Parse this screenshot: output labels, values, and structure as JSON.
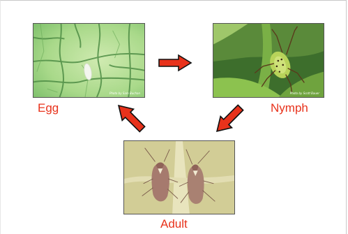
{
  "stages": {
    "egg": {
      "label": "Egg",
      "credit": "Photo by Sam Buchan",
      "image": "leaf-with-white-egg"
    },
    "nymph": {
      "label": "Nymph",
      "credit": "Photo by Scott Bauer",
      "image": "green-nymph-on-stem"
    },
    "adult": {
      "label": "Adult",
      "credit": "",
      "image": "two-adult-bugs-on-leaf"
    }
  },
  "arrows": [
    "egg-to-nymph-arrow",
    "nymph-to-adult-arrow",
    "adult-to-egg-arrow"
  ],
  "colors": {
    "label": "#e8321b",
    "arrow_fill": "#e8321b",
    "arrow_stroke": "#111111"
  }
}
